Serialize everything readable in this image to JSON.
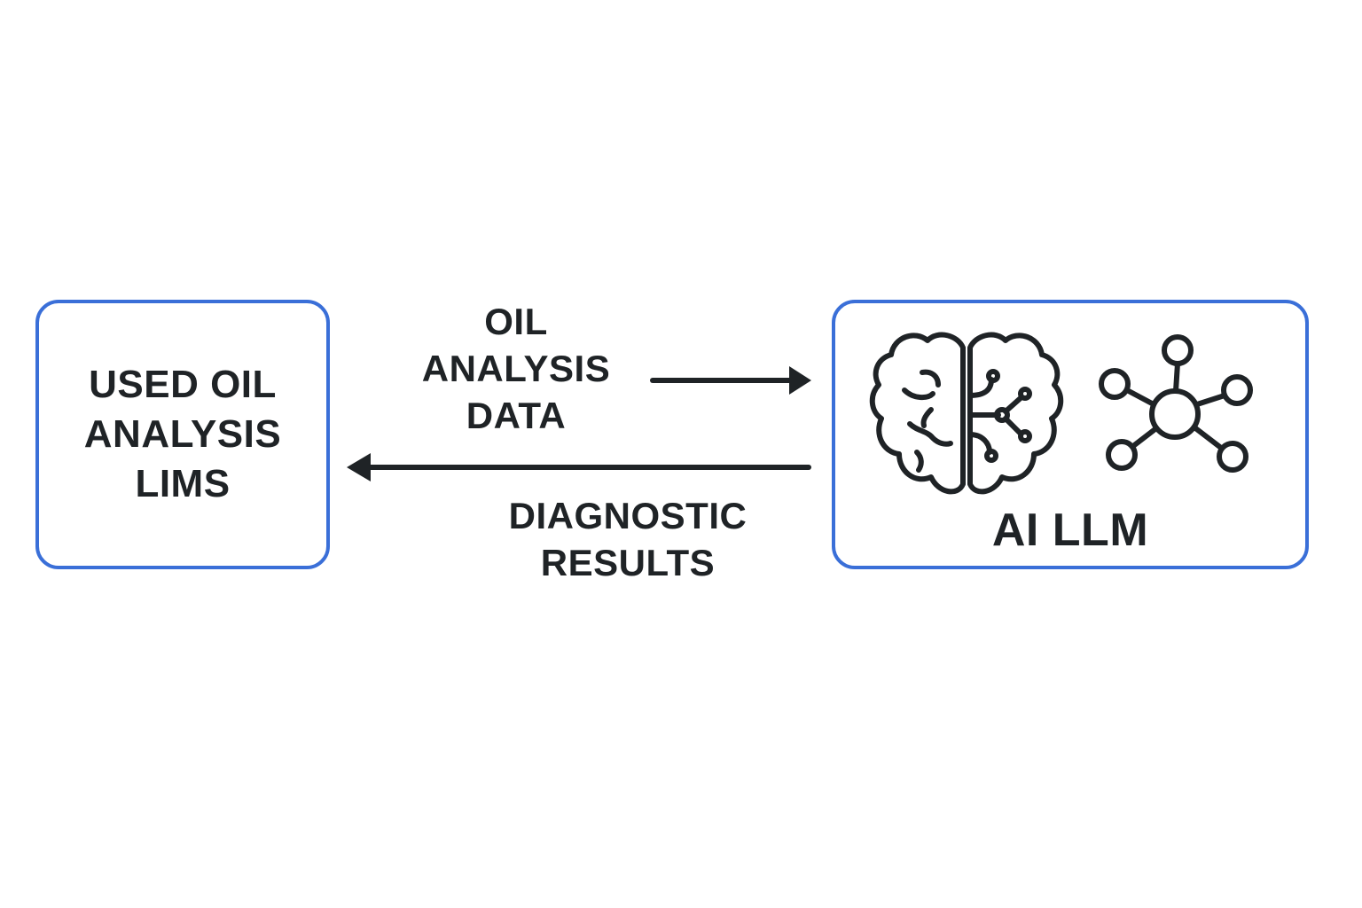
{
  "nodes": {
    "lims": {
      "lines": [
        "USED OIL",
        "ANALYSIS",
        "LIMS"
      ]
    },
    "ai": {
      "title": "AI LLM",
      "icons": [
        "brain-circuit-icon",
        "network-hub-icon"
      ]
    }
  },
  "edges": {
    "data": {
      "lines": [
        "OIL",
        "ANALYSIS",
        "DATA"
      ],
      "direction": "lims-to-ai"
    },
    "results": {
      "lines": [
        "DIAGNOSTIC",
        "RESULTS"
      ],
      "direction": "ai-to-lims"
    }
  },
  "colors": {
    "box_border": "#3a6fd8",
    "text": "#1f2326",
    "arrow": "#1f2326"
  }
}
